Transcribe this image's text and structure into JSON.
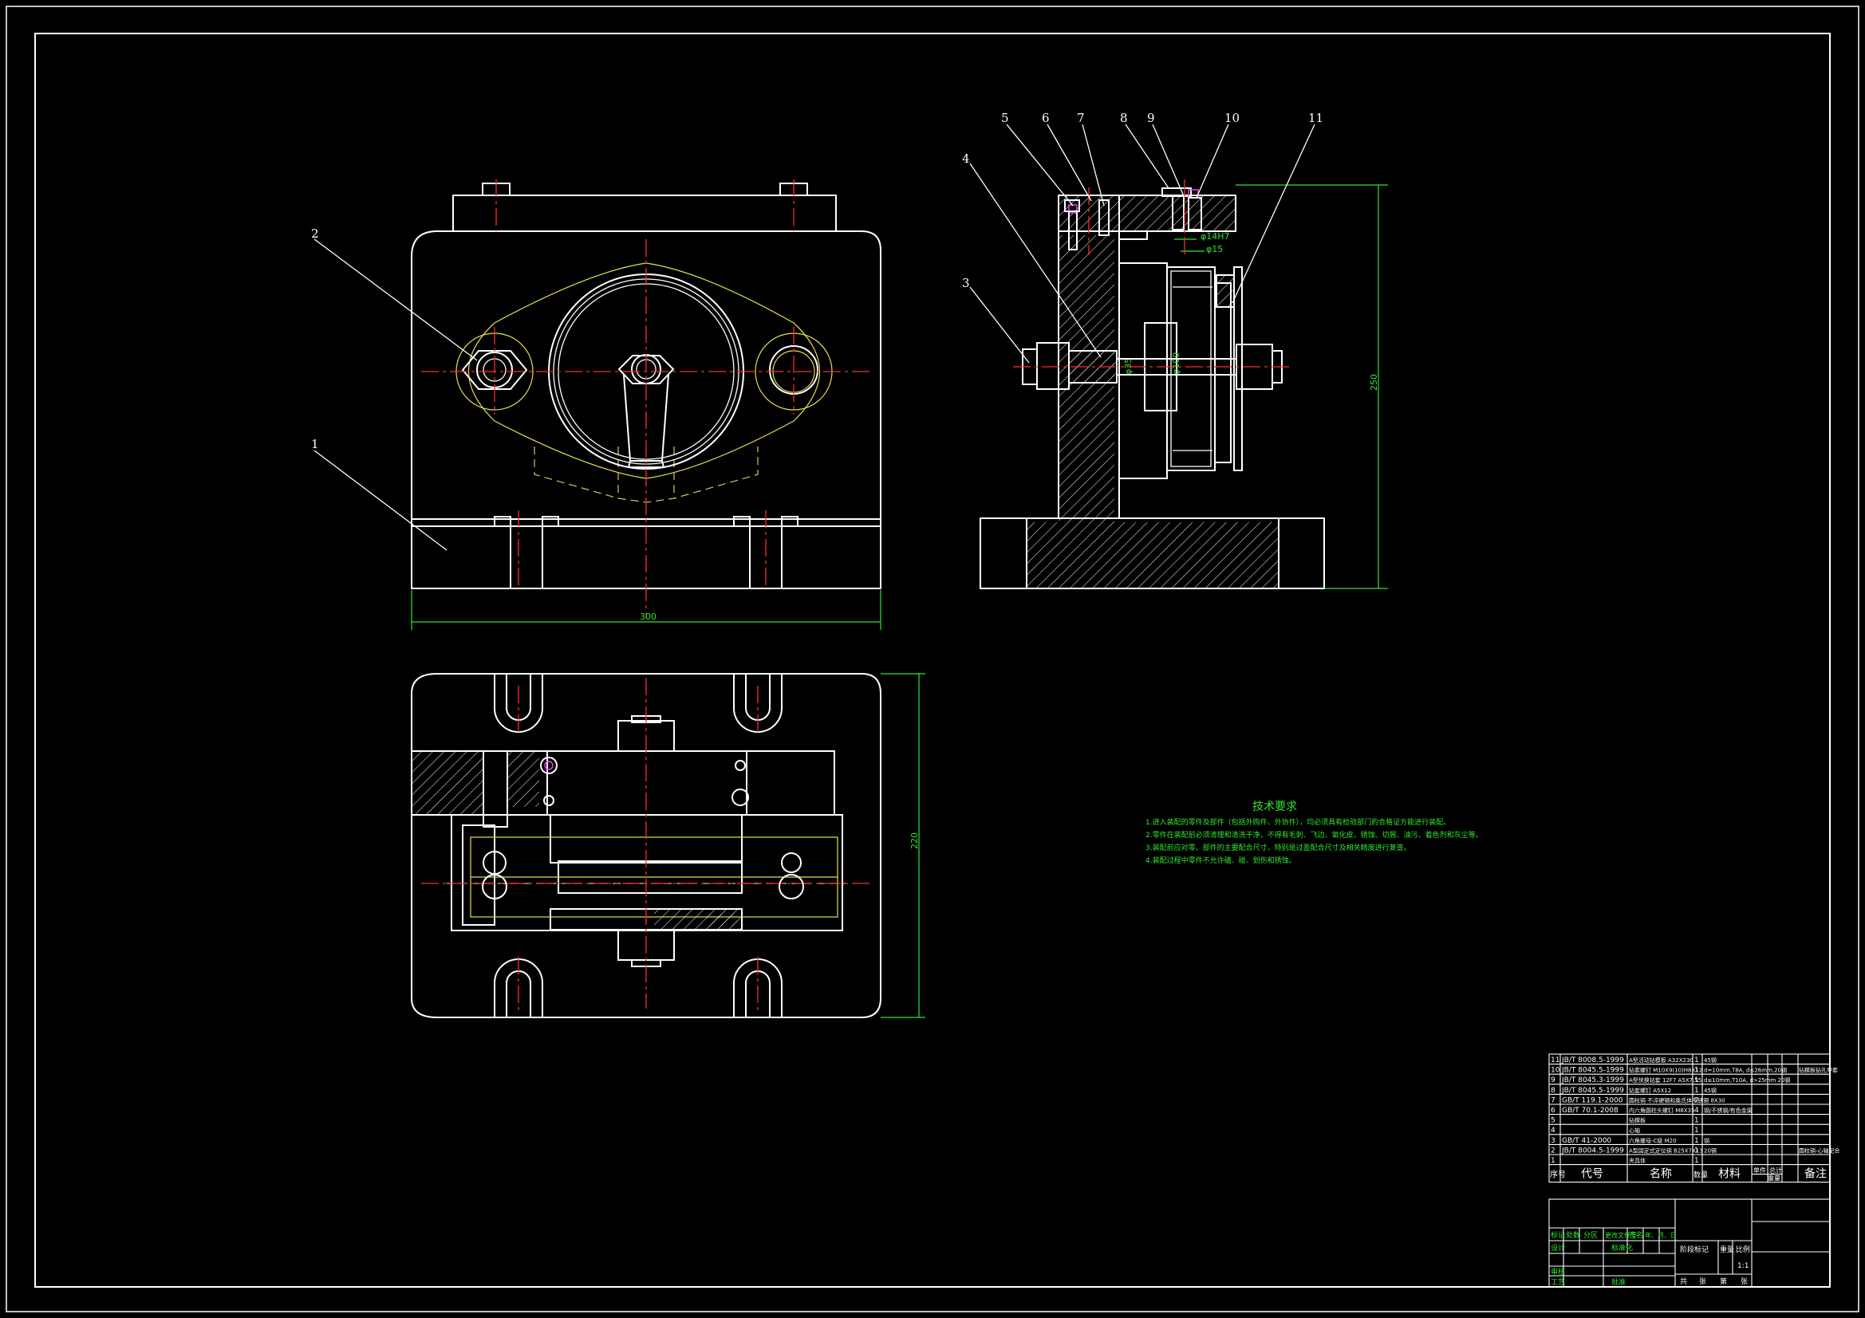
{
  "part_labels": [
    "1",
    "2",
    "3",
    "4",
    "5",
    "6",
    "7",
    "8",
    "9",
    "10",
    "11"
  ],
  "dimensions": {
    "front_width": "300",
    "side_height": "250",
    "top_height": "220",
    "side_small_1": "φ14H7",
    "side_small_2": "φ15",
    "side_bore": "φ35",
    "side_shaft": "φ100"
  },
  "tech_requirements": {
    "title": "技术要求",
    "lines": [
      "1.进入装配的零件及部件（包括外购件、外协件），均必须具有检验部门的合格证方能进行装配。",
      "2.零件在装配前必须清理和清洗干净，不得有毛刺、飞边、氧化皮、锈蚀、切屑、油污、着色剂和灰尘等。",
      "3.装配前应对零、部件的主要配合尺寸，特别是过盈配合尺寸及相关精度进行复查。",
      "4.装配过程中零件不允许磕、碰、划伤和锈蚀。"
    ]
  },
  "bom": {
    "rows": [
      {
        "no": "11",
        "code": "JB/T 8008.5-1999",
        "name": "A型活动钻模板 A32X230",
        "qty": "1",
        "material": "45钢",
        "note": ""
      },
      {
        "no": "10",
        "code": "JB/T 8045.5-1999",
        "name": "钻套螺钉 M10X9(10)H8X12",
        "qty": "1",
        "material": "d=10mm,T8A, d≤26mm,20钢",
        "note": "钻模板钻孔导套"
      },
      {
        "no": "9",
        "code": "JB/T 8045.3-1999",
        "name": "A型快换钻套 12F7 A5X7.55",
        "qty": "1",
        "material": "d≤10mm,T10A, d>25mm 20钢",
        "note": ""
      },
      {
        "no": "8",
        "code": "JB/T 8045.5-1999",
        "name": "钻套螺钉 A5X12",
        "qty": "1",
        "material": "45钢",
        "note": ""
      },
      {
        "no": "7",
        "code": "GB/T 119.1-2000",
        "name": "圆柱销 不淬硬钢和奥氏体不锈钢 8X30",
        "qty": "2",
        "material": "",
        "note": ""
      },
      {
        "no": "6",
        "code": "GB/T 70.1-2008",
        "name": "内六角圆柱头螺钉 M8X35",
        "qty": "4",
        "material": "钢/不锈钢/有色金属",
        "note": ""
      },
      {
        "no": "5",
        "code": "",
        "name": "钻模板",
        "qty": "1",
        "material": "",
        "note": ""
      },
      {
        "no": "4",
        "code": "",
        "name": "心轴",
        "qty": "1",
        "material": "",
        "note": ""
      },
      {
        "no": "3",
        "code": "GB/T 41-2000",
        "name": "六角螺母-C级 M20",
        "qty": "1",
        "material": "钢",
        "note": ""
      },
      {
        "no": "2",
        "code": "JB/T 8004.5-1999",
        "name": "A型固定式定位销 B25X7X13",
        "qty": "1",
        "material": "20钢",
        "note": "圆柱销-心轴配合"
      },
      {
        "no": "1",
        "code": "",
        "name": "夹具体",
        "qty": "1",
        "material": "",
        "note": ""
      }
    ],
    "header": {
      "no": "序号",
      "code": "代号",
      "name": "名称",
      "qty": "数量",
      "material": "材料",
      "unit": "单件",
      "total": "总计",
      "weight": "重量",
      "note": "备注"
    }
  },
  "title_block": {
    "mark": "标记",
    "count": "处数",
    "zone": "分区",
    "change_doc": "更改文件号",
    "signature": "签名",
    "date": "年、月、日",
    "design": "设计",
    "standard": "标准化",
    "review": "审核",
    "process": "工艺",
    "approve": "批准",
    "stage": "阶段标记",
    "weight": "重量",
    "scale": "比例",
    "scale_value": "1:1",
    "sheet_total": "共",
    "sheet_unit": "张",
    "sheet_no": "第"
  },
  "colors": {
    "background": "#000000",
    "lines": "#ffffff",
    "centerlines": "#ff2a2a",
    "hidden": "#e8e04a",
    "dimensions": "#2ee62e",
    "fasteners": "#ff40ff"
  }
}
